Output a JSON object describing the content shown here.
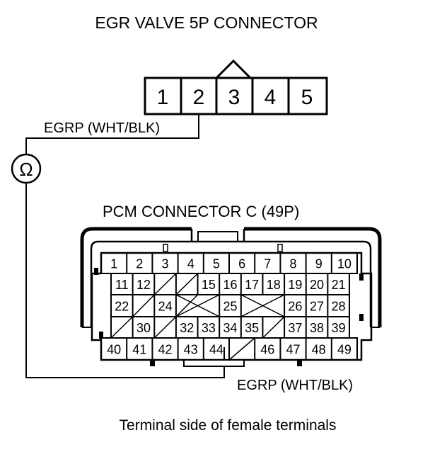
{
  "egr_connector": {
    "title": "EGR VALVE 5P CONNECTOR",
    "pins": [
      "1",
      "2",
      "3",
      "4",
      "5"
    ]
  },
  "pcm_connector": {
    "title": "PCM CONNECTOR C (49P)",
    "rows": [
      [
        "1",
        "2",
        "3",
        "4",
        "5",
        "6",
        "7",
        "8",
        "9",
        "10"
      ],
      [
        "11",
        "12",
        "",
        "",
        "15",
        "16",
        "17",
        "18",
        "19",
        "20",
        "21"
      ],
      [
        "22",
        "",
        "24",
        "",
        "",
        "25",
        "",
        "",
        "26",
        "27",
        "28"
      ],
      [
        "",
        "30",
        "",
        "32",
        "33",
        "34",
        "35",
        "",
        "37",
        "38",
        "39"
      ],
      [
        "40",
        "41",
        "42",
        "43",
        "44",
        "",
        "46",
        "47",
        "48",
        "49"
      ]
    ]
  },
  "wire_labels": {
    "top": "EGRP (WHT/BLK)",
    "bottom": "EGRP (WHT/BLK)"
  },
  "meter_symbol": "Ω",
  "caption": "Terminal side of female terminals"
}
